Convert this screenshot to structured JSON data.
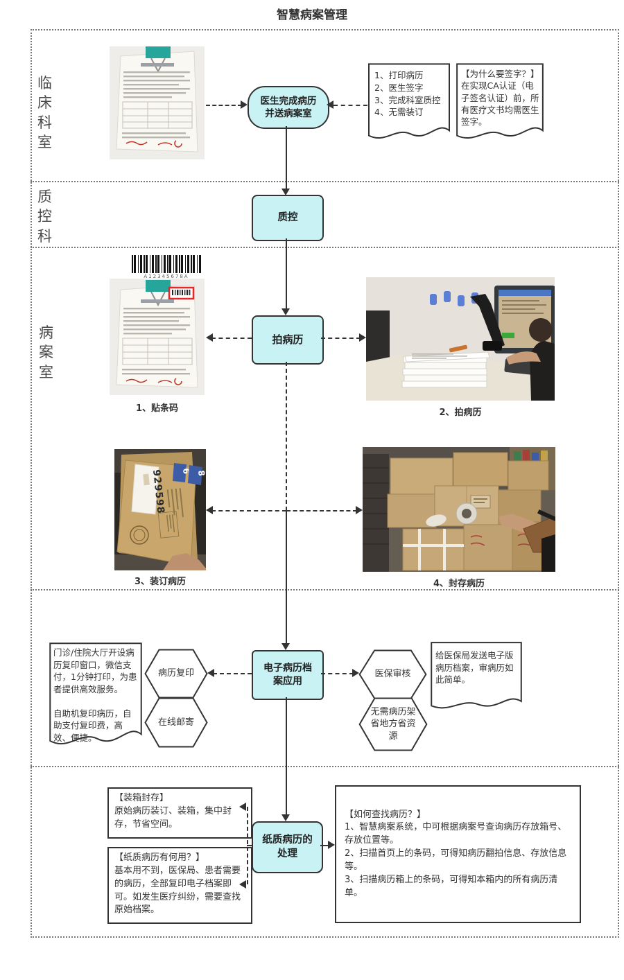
{
  "title": "智慧病案管理",
  "lanes": {
    "clinical": "临床科室",
    "qc_dept": "质控科",
    "records_room": "病案室"
  },
  "flow_nodes": {
    "doctor_complete": "医生完成病历\n并送病案室",
    "qc": "质控",
    "photograph": "拍病历",
    "earchive": "电子病历档\n案应用",
    "paper_handling": "纸质病历的\n处理"
  },
  "hexagons": {
    "copy": "病历复印",
    "mail": "在线邮寄",
    "insurance_review": "医保审核",
    "no_shelf": "无需病历架省地方省资源"
  },
  "notes": {
    "steps": "1、打印病历\n2、医生签字\n3、完成科室质控\n4、无需装订",
    "why_sign": "【为什么要签字？】\n在实现CA认证（电子签名认证）前，所有医疗文书均需医生签字。",
    "copy_service": "门诊/住院大厅开设病历复印窗口，微信支付，1分钟打印，为患者提供高效服务。\n\n自助机复印病历，自助支付复印费，高效、便捷。",
    "insurance_send": "给医保局发送电子版病历档案，审病历如此简单。"
  },
  "callouts": {
    "sealed": "【装箱封存】\n原始病历装订、装箱，集中封存，节省空间。",
    "paper_use": "【纸质病历有何用？】\n基本用不到，医保局、患者需要的病历，全部复印电子档案即可。如发生医疗纠纷，需要查找原始档案。",
    "how_find": "【如何查找病历？】\n1、智慧病案系统，中可根据病案号查询病历存放箱号、存放位置等。\n2、扫描首页上的条码，可得知病历翻拍信息、存放信息等。\n3、扫描病历箱上的条码，可得知本箱内的所有病历清单。"
  },
  "captions": {
    "c1": "1、贴条码",
    "c2": "2、拍病历",
    "c3": "3、装订病历",
    "c4": "4、封存病历"
  },
  "barcode_text": "A12345678A",
  "envelope": {
    "label": "929598",
    "tag1": "6",
    "tag2": "8"
  },
  "colors": {
    "node_fill": "#c9f2f5",
    "line": "#333333",
    "accent_red": "#e8262a",
    "clip_teal": "#26a69a"
  }
}
